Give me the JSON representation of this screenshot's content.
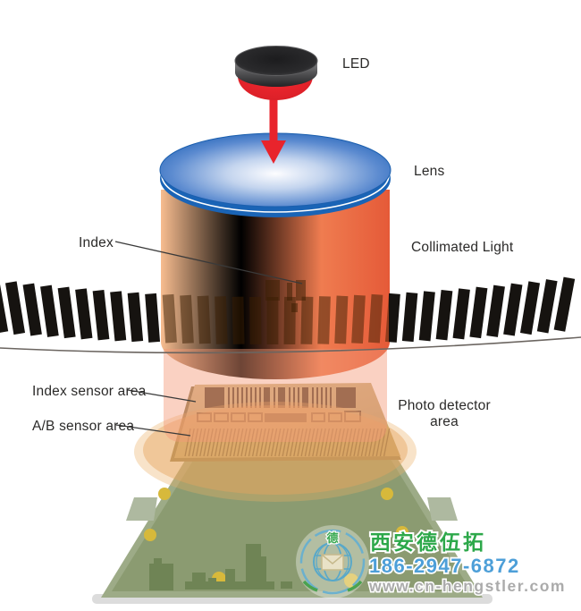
{
  "diagram": {
    "labels": {
      "led": "LED",
      "lens": "Lens",
      "collimated_light": "Collimated Light",
      "index": "Index",
      "index_sensor_area": "Index sensor area",
      "ab_sensor_area": "A/B sensor area",
      "photo_detector_line1": "Photo detector",
      "photo_detector_line2": "area"
    },
    "colors": {
      "led_red": "#e8242c",
      "lens_blue": "#2d6bbc",
      "collimated_orange": "#f09b5e",
      "disk_stripe_black": "#161310",
      "disk_stripe_lit": "#9c7a4e",
      "chip_tan": "#c8ad7d",
      "chip_pattern_brown": "#4e3b27",
      "pcb_green": "#8b9b71",
      "pad_yellow": "#d7b93b"
    }
  },
  "watermark": {
    "logo_char": "德",
    "company": "西安德伍拓",
    "phone": "186-2947-6872",
    "website": "www.cn-hengstler.com"
  }
}
